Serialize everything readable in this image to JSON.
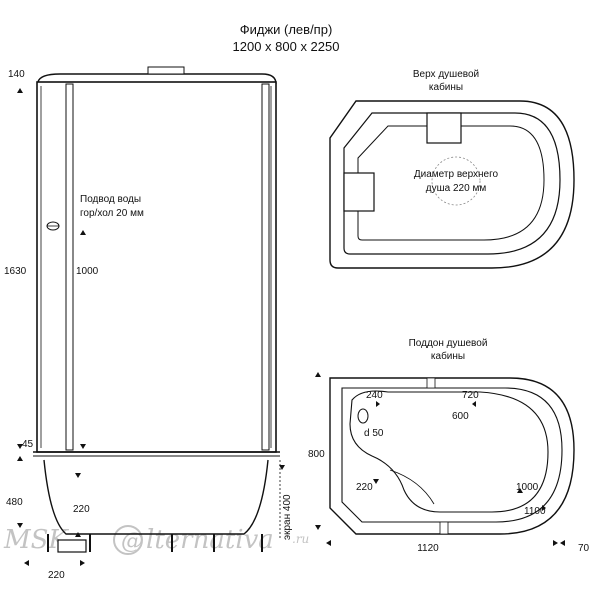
{
  "header": {
    "title": "Фиджи (лев/пр)",
    "size": "1200 x 800 x 2250"
  },
  "front_view": {
    "dims": {
      "top": "140",
      "height": "1630",
      "door": "1000",
      "gap": "45",
      "base": "480",
      "tub": "220",
      "bottom": "220",
      "screen": "экран 400"
    },
    "note_line1": "Подвод воды",
    "note_line2": "гор/хол 20 мм"
  },
  "top_view": {
    "title_line1": "Верх душевой",
    "title_line2": "кабины",
    "note_line1": "Диаметр верхнего",
    "note_line2": "душа 220 мм"
  },
  "tray_view": {
    "title_line1": "Поддон душевой",
    "title_line2": "кабины",
    "dims": {
      "d240": "240",
      "d720": "720",
      "d600": "600",
      "drain": "d 50",
      "d220": "220",
      "d1000": "1000",
      "d1100": "1100",
      "depth": "800",
      "width": "1120",
      "offset": "70"
    }
  },
  "watermark": {
    "brand_left": "MSK-",
    "brand_right": "lternativa",
    "suffix": ".ru"
  }
}
